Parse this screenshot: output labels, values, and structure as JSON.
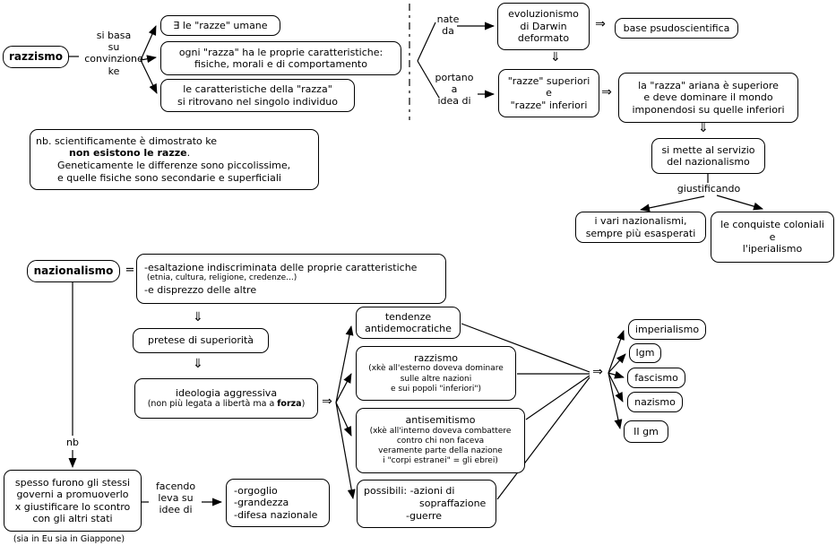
{
  "symbols": {
    "double_arrow_right": "⇒",
    "double_arrow_down": "⇓",
    "equals": "="
  },
  "razzismo_section": {
    "root": "razzismo",
    "link_label": "si basa\nsu\nconvinzione\nke",
    "belief_1": "∃ le \"razze\" umane",
    "belief_2": "ogni \"razza\" ha le proprie caratteristiche:\nfisiche, morali e di comportamento",
    "belief_3": "le caratteristiche della \"razza\"\nsi ritrovano nel singolo individuo",
    "nb_note": {
      "line1": "nb. scientificamente è dimostrato ke",
      "bold": "non esistono le razze",
      "after_bold": ".",
      "line3": "Geneticamente le differenze sono piccolissime,",
      "line4": "e quelle fisiche sono secondarie e superficiali"
    }
  },
  "history_section": {
    "nate_da": "nate\nda",
    "portano": "portano\na\nidea di",
    "evoluzionismo": "evoluzionismo\ndi Darwin\ndeformato",
    "base": "base psudoscientifica",
    "razze_sup": "\"razze\" superiori\ne\n\"razze\" inferiori",
    "ariana": "la \"razza\" ariana è superiore\ne deve dominare il mondo\nimponendosi su quelle inferiori",
    "si_mette": "si mette al servizio\ndel nazionalismo",
    "giustificando": "giustificando",
    "vari_nazionalismi": "i vari nazionalismi,\nsempre più esasperati",
    "conquiste": "le conquiste coloniali\ne\nl'iperialismo"
  },
  "nazionalismo_section": {
    "root": "nazionalismo",
    "definition": {
      "line1": "-esaltazione indiscriminata delle proprie caratteristiche",
      "line2": " (etnia, cultura, religione, credenze...)",
      "line3": "-e disprezzo delle altre"
    },
    "pretese": "pretese di superiorità",
    "ideologia": {
      "title": "ideologia aggressiva",
      "sub_pre": "(non più legata a libertà ma a ",
      "sub_bold": "forza",
      "sub_post": ")"
    },
    "tendenze": "tendenze\nantidemocratiche",
    "razzismo2": {
      "title": "razzismo",
      "sub": "(xkè all'esterno doveva dominare\nsulle altre nazioni\ne sui popoli \"inferiori\")"
    },
    "antisemitismo": {
      "title": "antisemitismo",
      "sub": "(xkè all'interno doveva combattere\ncontro chi non faceva\nveramente parte della nazione\ni \"corpi estranei\" = gli ebrei)"
    },
    "possibili": {
      "line1": "possibili: -azioni di",
      "line2": "sopraffazione",
      "line3": "-guerre"
    },
    "outcomes": [
      "imperialismo",
      "Igm",
      "fascismo",
      "nazismo",
      "II gm"
    ],
    "nb_label": "nb",
    "spesso": "spesso furono gli stessi\ngoverni a promuoverlo\nx giustificare lo scontro\ncon gli altri stati",
    "sia_note": "(sia in Eu sia in Giappone)",
    "facendo": "facendo\nleva su\nidee di",
    "orgoglio": "-orgoglio\n-grandezza\n-difesa nazionale"
  }
}
